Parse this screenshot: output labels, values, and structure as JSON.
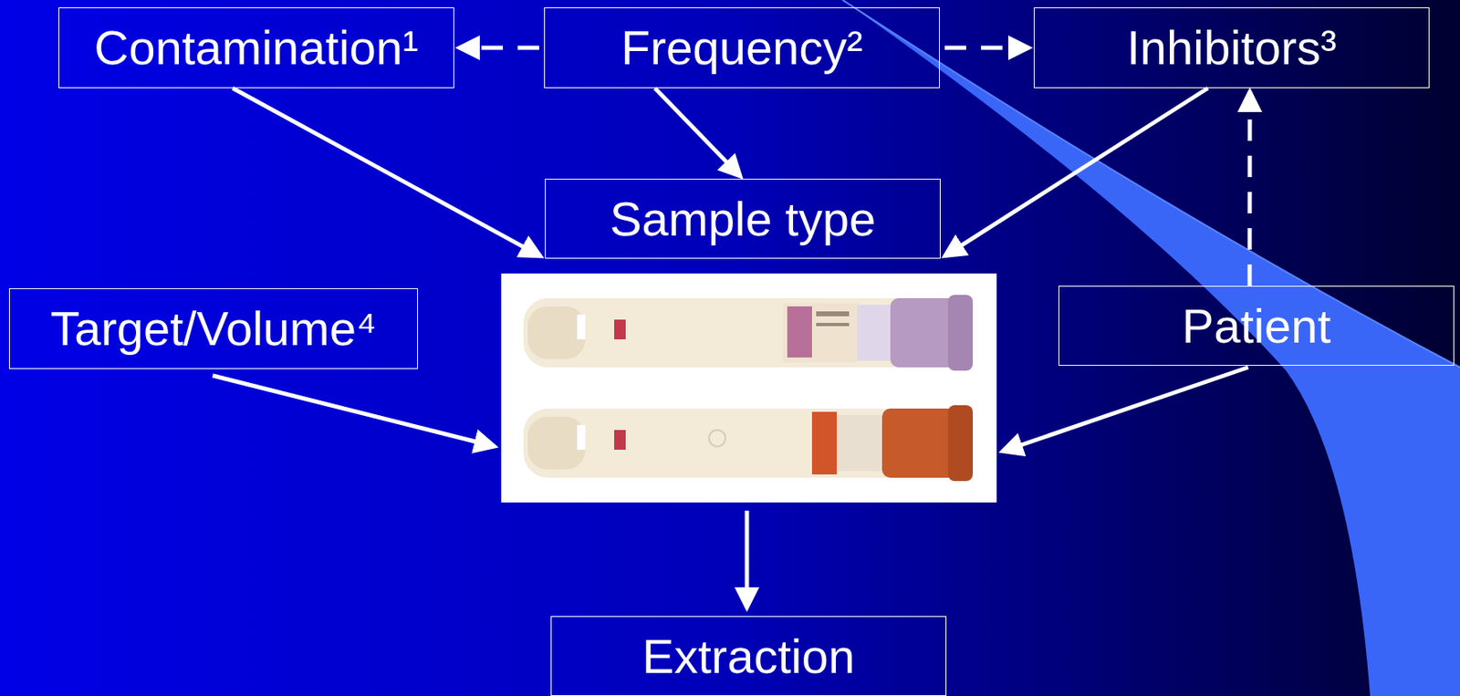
{
  "diagram": {
    "nodes": [
      {
        "text": [
          "Contamination¹"
        ]
      },
      {
        "text": [
          "Frequency²"
        ]
      },
      {
        "text": [
          "Inhibitors³"
        ]
      },
      {
        "text": [
          "Sample type"
        ]
      },
      {
        "text": [
          "Target/Volume⁴"
        ]
      },
      {
        "text": [
          "Patient"
        ]
      },
      {
        "text": [
          "Extraction"
        ]
      }
    ],
    "edges": [
      {
        "from": 1,
        "to": 0,
        "arrow": "to"
      },
      {
        "from": 1,
        "to": 2,
        "arrow": "to"
      },
      {
        "from": 1,
        "to": 3,
        "arrow": "to"
      },
      {
        "from": 0,
        "to": 3,
        "arrow": "to"
      },
      {
        "from": 2,
        "to": 3,
        "arrow": "to"
      },
      {
        "from": 5,
        "to": 2,
        "arrow": "to"
      }
    ]
  }
}
